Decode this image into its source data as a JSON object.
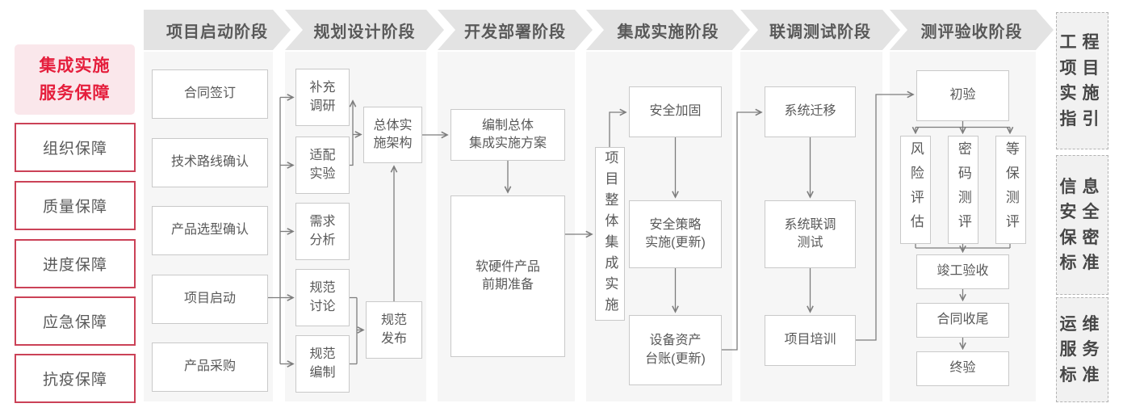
{
  "legend": {
    "title_lines": [
      "集成实施",
      "服务保障"
    ],
    "items": [
      "组织保障",
      "质量保障",
      "进度保障",
      "应急保障",
      "抗疫保障"
    ]
  },
  "phases": [
    {
      "header": "项目启动阶段",
      "boxes": {
        "contract": "合同签订",
        "tech_route": "技术路线确认",
        "product_selection": "产品选型确认",
        "kickoff": "项目启动",
        "procurement": "产品采购"
      }
    },
    {
      "header": "规划设计阶段",
      "boxes": {
        "supplement_research": [
          "补充",
          "调研"
        ],
        "adaptation_test": [
          "适配",
          "实验"
        ],
        "requirement_analysis": [
          "需求",
          "分析"
        ],
        "spec_discussion": [
          "规范",
          "讨论"
        ],
        "spec_drafting": [
          "规范",
          "编制"
        ],
        "overall_architecture": [
          "总体实",
          "施架构"
        ],
        "spec_publish": [
          "规范",
          "发布"
        ]
      }
    },
    {
      "header": "开发部署阶段",
      "boxes": {
        "overall_plan": [
          "编制总体",
          "集成实施方案"
        ],
        "product_preparation": [
          "软硬件产品",
          "前期准备"
        ]
      }
    },
    {
      "header": "集成实施阶段",
      "boxes": {
        "overall_integration": "项目整体集成实施",
        "security_hardening": "安全加固",
        "security_policy": [
          "安全策略",
          "实施(更新)"
        ],
        "asset_ledger": [
          "设备资产",
          "台账(更新)"
        ]
      }
    },
    {
      "header": "联调测试阶段",
      "boxes": {
        "system_migration": "系统迁移",
        "joint_testing": [
          "系统联调",
          "测试"
        ],
        "project_training": "项目培训"
      }
    },
    {
      "header": "测评验收阶段",
      "boxes": {
        "initial_acceptance": "初验",
        "risk_assessment": "风险评估",
        "crypto_evaluation": "密码测评",
        "mlps_evaluation": "等保测评",
        "completion_acceptance": "竣工验收",
        "contract_closing": "合同收尾",
        "final_acceptance": "终验"
      }
    }
  ],
  "standards": [
    {
      "lines": [
        "工程",
        "项目",
        "实施",
        "指引"
      ]
    },
    {
      "lines": [
        "信息",
        "安全",
        "保密",
        "标准"
      ]
    },
    {
      "lines": [
        "运维",
        "服务",
        "标准"
      ]
    }
  ],
  "colors": {
    "accent_red": "#e51e3c",
    "legend_border_red": "#cb4257",
    "legend_pink_bg": "#fae7eb",
    "header_gray": "#e3e3e3",
    "panel_gray": "#f6f6f6",
    "box_border_gray": "#c9c9c9",
    "text_gray": "#595959",
    "connector_gray": "#7d7d7d"
  }
}
